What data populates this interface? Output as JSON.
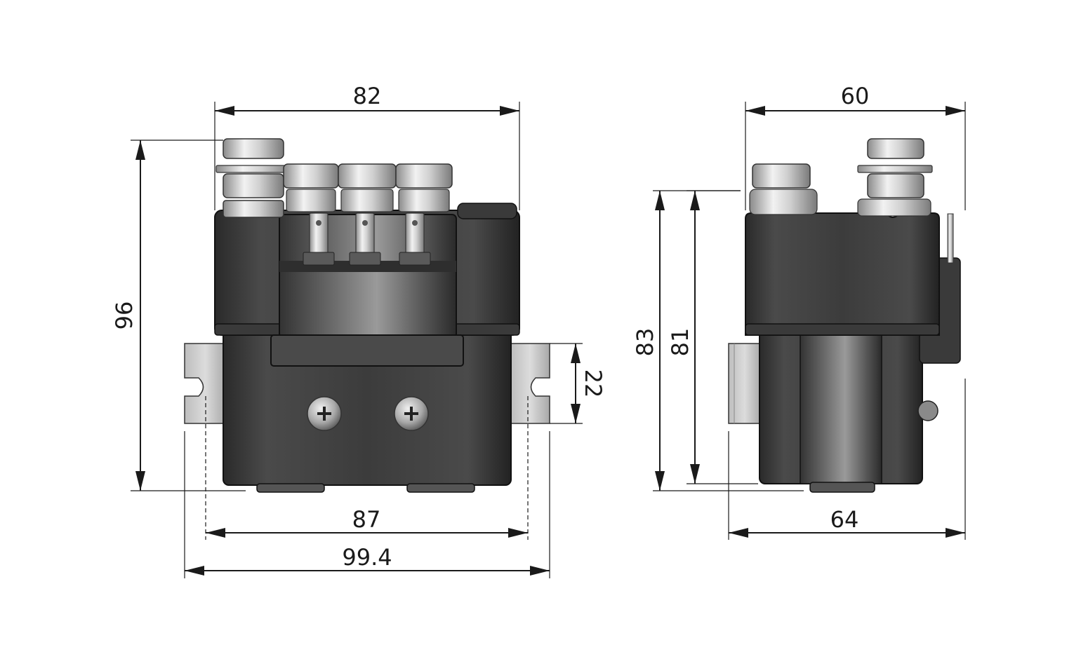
{
  "front_view": {
    "dim_width_top": "82",
    "dim_height": "96",
    "dim_slot": "22",
    "dim_mount_spacing": "87",
    "dim_overall_width": "99.4"
  },
  "side_view": {
    "dim_width_top": "60",
    "dim_height_outer": "83",
    "dim_height_inner": "81",
    "dim_width_bottom": "64"
  }
}
